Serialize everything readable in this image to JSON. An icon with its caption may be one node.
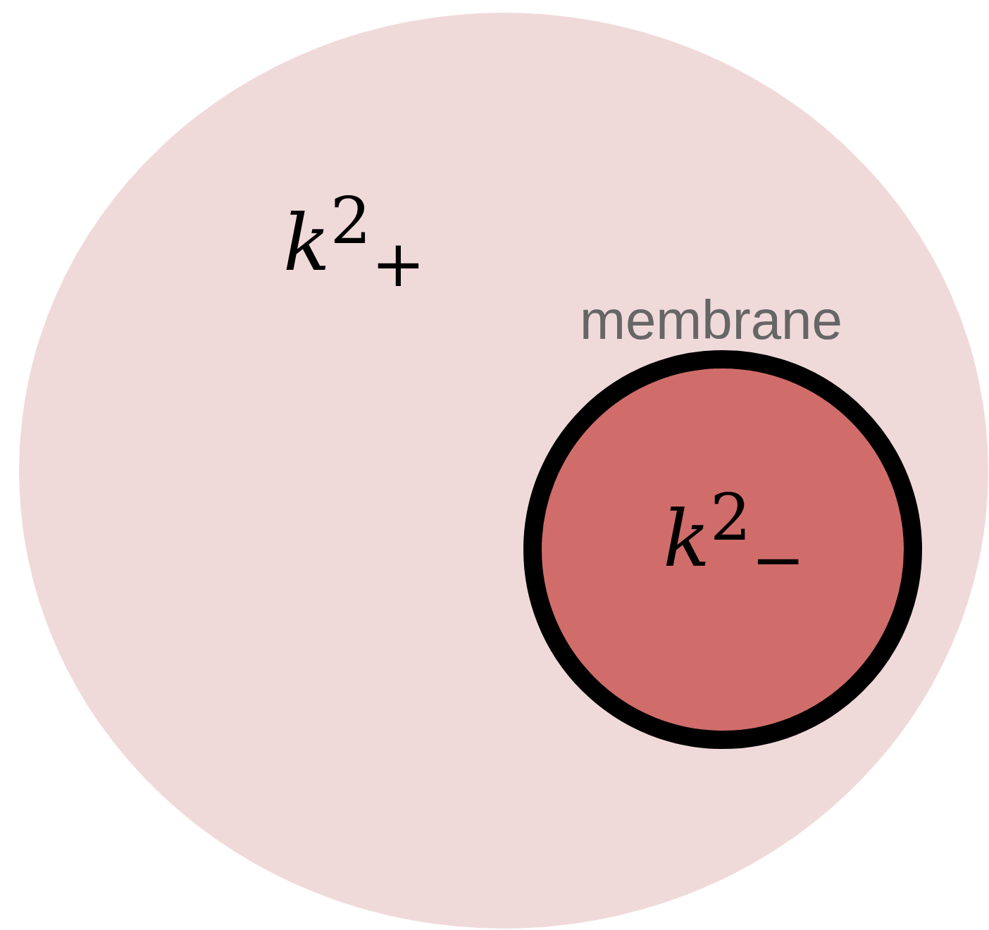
{
  "diagram": {
    "nodes": [
      {
        "text": [
          "*k*$^{2}$$_{+}$"
        ]
      },
      {
        "text": [
          "*k*$^{2}$$_{−}$"
        ],
        "in": 0,
        "beside": [
          "membrane"
        ]
      }
    ]
  }
}
